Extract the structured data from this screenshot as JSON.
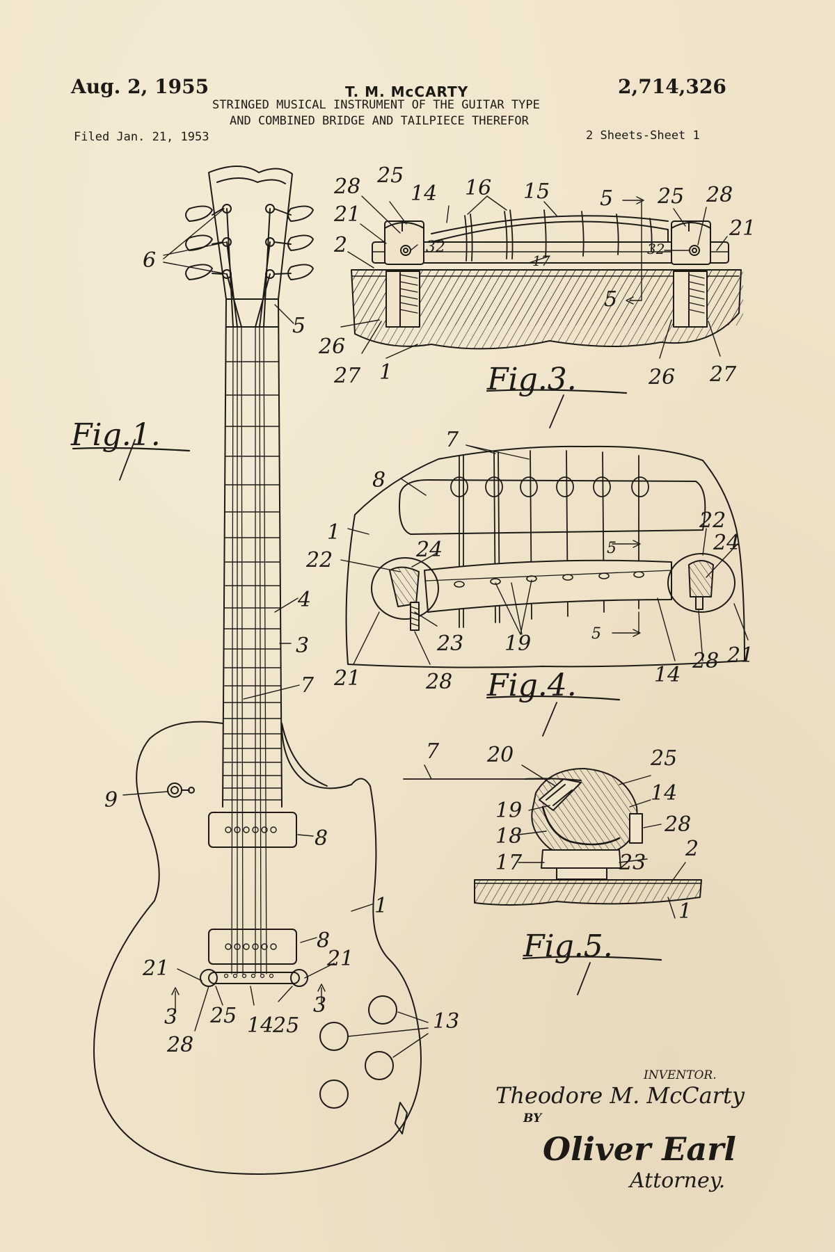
{
  "header": {
    "date": "Aug. 2, 1955",
    "inventor_name": "T. M. McCARTY",
    "patent_number": "2,714,326",
    "title_line1": "STRINGED MUSICAL INSTRUMENT OF THE GUITAR TYPE",
    "title_line2": "AND COMBINED BRIDGE AND TAILPIECE THEREFOR",
    "filed": "Filed Jan. 21, 1953",
    "sheets": "2 Sheets-Sheet 1"
  },
  "figures": {
    "fig1": "Fig.1.",
    "fig3": "Fig.3.",
    "fig4": "Fig.4.",
    "fig5": "Fig.5."
  },
  "fig1_labels": {
    "l6": "6",
    "l5": "5",
    "l4": "4",
    "l3a": "3",
    "l7": "7",
    "l9": "9",
    "l8a": "8",
    "l1": "1",
    "l8b": "8",
    "l21a": "21",
    "l21b": "21",
    "l3b": "3",
    "l3c": "3",
    "l25a": "25",
    "l14": "14",
    "l25b": "25",
    "l28": "28",
    "l13": "13"
  },
  "fig3_labels": {
    "l28a": "28",
    "l25a": "25",
    "l14": "14",
    "l16": "16",
    "l15": "15",
    "l5a": "5",
    "l25b": "25",
    "l28b": "28",
    "l21a": "21",
    "l32a": "32",
    "l2": "2",
    "l17": "17",
    "l32b": "32",
    "l21b": "21",
    "l5b": "5",
    "l26a": "26",
    "l27a": "27",
    "l1": "1",
    "l26b": "26",
    "l27b": "27"
  },
  "fig4_labels": {
    "l7": "7",
    "l8": "8",
    "l1": "1",
    "l22a": "22",
    "l24a": "24",
    "l22b": "22",
    "l24b": "24",
    "l5a": "5",
    "l23": "23",
    "l19": "19",
    "l5b": "5",
    "l21a": "21",
    "l28a": "28",
    "l14": "14",
    "l28b": "28",
    "l21b": "21"
  },
  "fig5_labels": {
    "l7": "7",
    "l20": "20",
    "l25": "25",
    "l14": "14",
    "l19": "19",
    "l28": "28",
    "l18": "18",
    "l17": "17",
    "l23": "23",
    "l2": "2",
    "l1": "1"
  },
  "signature": {
    "inventor_heading": "INVENTOR.",
    "inventor_signature": "Theodore M. McCarty",
    "by": "BY",
    "attorney_signature": "Oliver Earl",
    "attorney_label": "Attorney."
  }
}
